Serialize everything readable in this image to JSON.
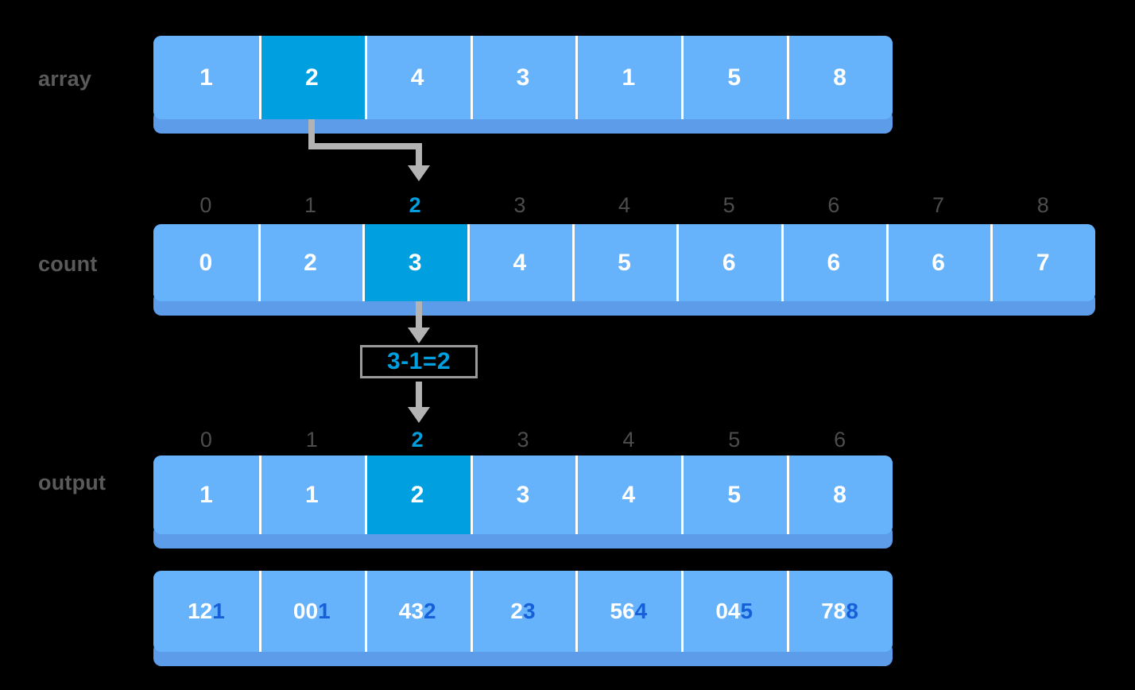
{
  "title": "Counting Sort step diagram",
  "colors": {
    "background": "#000000",
    "cell": "#66B2FB",
    "cell_highlight": "#00A0E0",
    "cell_shadow": "#5C9CE8",
    "label_gray": "#5a5a5a",
    "tick_gray": "#4d4d4d",
    "accent_blue": "#00A0E0",
    "digit_dark_blue": "#1560D8",
    "arrow_gray": "#b3b3b3",
    "text_white": "#ffffff"
  },
  "rows": {
    "array": {
      "label": "array",
      "values": [
        "1",
        "2",
        "4",
        "3",
        "1",
        "5",
        "8"
      ],
      "highlight_index": 1
    },
    "count": {
      "label": "count",
      "ticks": [
        "0",
        "1",
        "2",
        "3",
        "4",
        "5",
        "6",
        "7",
        "8"
      ],
      "values": [
        "0",
        "2",
        "3",
        "4",
        "5",
        "6",
        "6",
        "6",
        "7"
      ],
      "highlight_index": 2,
      "tick_highlight_index": 2
    },
    "output": {
      "label": "output",
      "ticks": [
        "0",
        "1",
        "2",
        "3",
        "4",
        "5",
        "6"
      ],
      "values": [
        "1",
        "1",
        "2",
        "3",
        "4",
        "5",
        "8"
      ],
      "highlight_index": 2,
      "tick_highlight_index": 2
    },
    "combined": {
      "cells": [
        {
          "prefix": "12",
          "last": "1"
        },
        {
          "prefix": "00",
          "last": "1"
        },
        {
          "prefix": "43",
          "last": "2"
        },
        {
          "prefix": "2",
          "last": "3"
        },
        {
          "prefix": "56",
          "last": "4"
        },
        {
          "prefix": "04",
          "last": "5"
        },
        {
          "prefix": "78",
          "last": "8"
        }
      ]
    }
  },
  "formula": {
    "text": "3-1=2"
  }
}
